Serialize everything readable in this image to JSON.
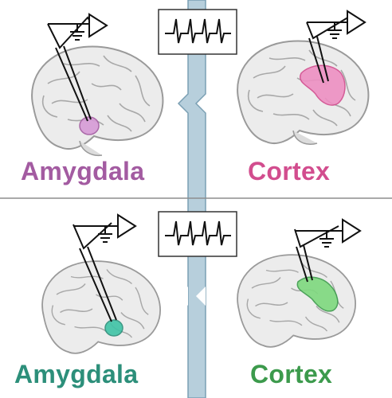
{
  "panels": [
    {
      "id": "top-left",
      "label": "Amygdala",
      "label_color": "#a35ba1",
      "highlight_color": "#d69ad6"
    },
    {
      "id": "top-right",
      "label": "Cortex",
      "label_color": "#d24d8e",
      "highlight_color": "#ee8fc2"
    },
    {
      "id": "bottom-left",
      "label": "Amygdala",
      "label_color": "#2c8f7a",
      "highlight_color": "#3fc3a6"
    },
    {
      "id": "bottom-right",
      "label": "Cortex",
      "label_color": "#3c9a4c",
      "highlight_color": "#7ed97e"
    }
  ],
  "colors": {
    "brain_fill": "#ececec",
    "brain_outline": "#9a9a9a",
    "divider_line": "#8e8e8e",
    "channel_fill": "#b7cfdc",
    "channel_edge": "#7a9fb3",
    "instrument_stroke": "#111111"
  },
  "icons": [
    "electrode-icon",
    "amplifier-triangle-icon",
    "ground-symbol-icon",
    "spike-train-icon",
    "brain-icon"
  ]
}
